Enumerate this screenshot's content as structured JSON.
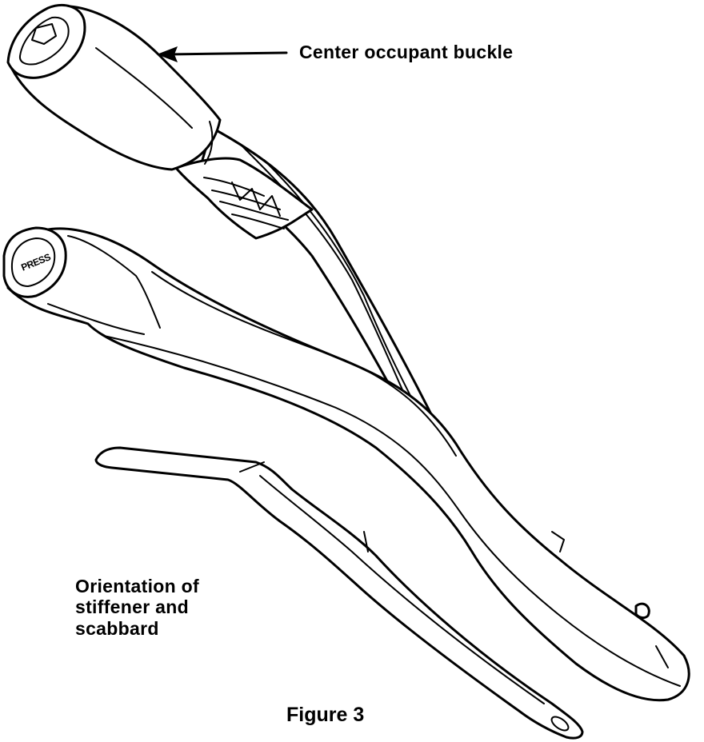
{
  "figure": {
    "caption": "Figure 3",
    "callouts": {
      "buckle": "Center occupant buckle",
      "orientation_lines": [
        "Orientation of",
        "stiffener and",
        "scabbard"
      ]
    },
    "press_text": "PRESS"
  }
}
